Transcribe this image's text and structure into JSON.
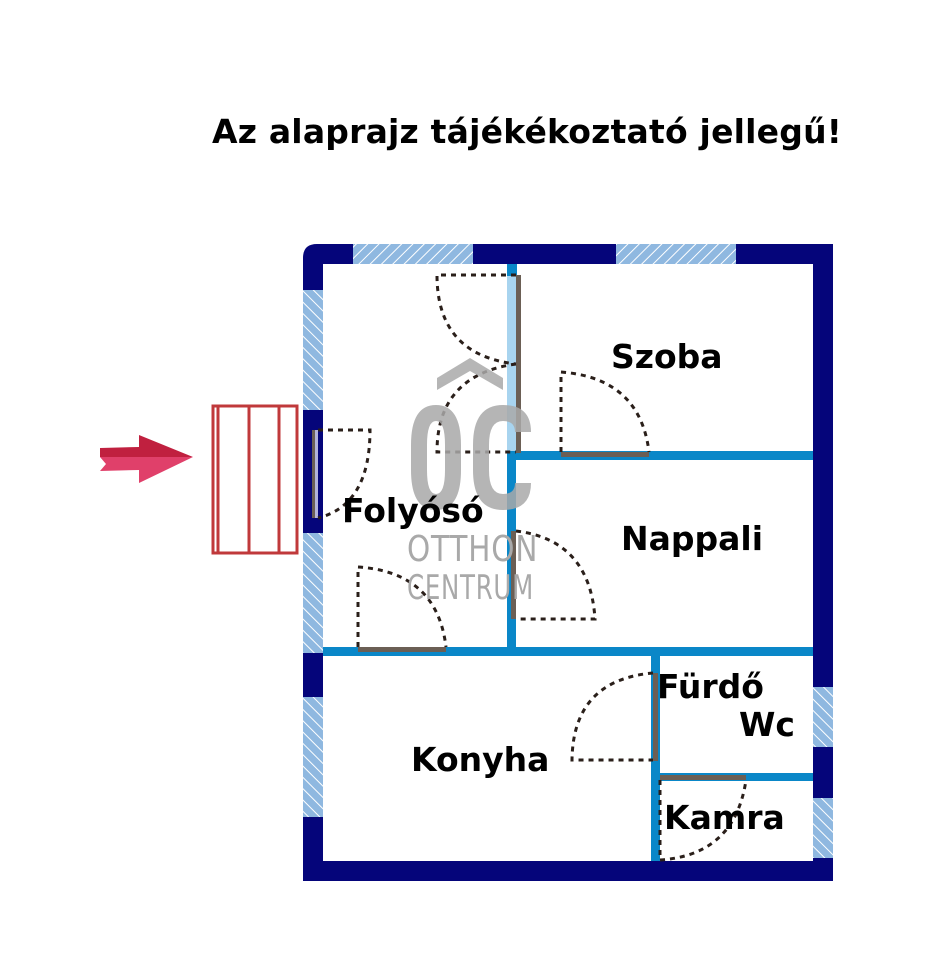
{
  "title": "Az alaprajz tájékékoztató jellegű!",
  "watermark": {
    "logo": "ÔC",
    "line1": "OTTHON",
    "line2": "CENTRUM"
  },
  "rooms": {
    "szoba": "Szoba",
    "folyoso": "Folyósó",
    "nappali": "Nappali",
    "furdo": "Fürdő",
    "wc": "Wc",
    "konyha": "Konyha",
    "kamra": "Kamra"
  },
  "entrance": {
    "arrow_icon": "entrance-arrow-icon",
    "stairs_icon": "stairs-icon"
  },
  "colors": {
    "outer_wall": "#05057a",
    "inner_wall": "#0a87c8",
    "window": "#8fb8e0",
    "door_leaf": "#6b5f55",
    "door_swing": "#2a1f1a",
    "stairs": "#c0393b",
    "arrow_top": "#c0203f",
    "arrow_bottom": "#e0406a",
    "watermark": "#a9a9a9"
  }
}
